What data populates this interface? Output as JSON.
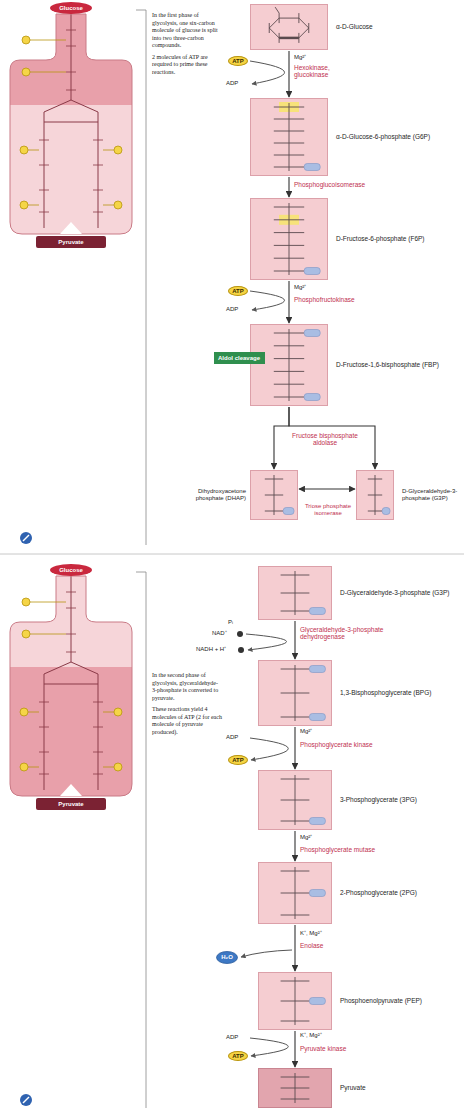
{
  "diagram": {
    "nodes": [
      {
        "text": [
          "Glucose"
        ]
      },
      {
        "text": [
          "Pyruvate"
        ]
      },
      {
        "text": [
          "α-D-Glucose"
        ]
      },
      {
        "text": [
          "ATP"
        ]
      },
      {
        "text": [
          "α-D-Glucose-6-phosphate (G6P)"
        ]
      },
      {
        "text": [
          "D-Fructose-6-phosphate (F6P)"
        ]
      },
      {
        "text": [
          "ATP"
        ]
      },
      {
        "text": [
          "D-Fructose-1,6-bisphosphate (FBP)"
        ]
      },
      {
        "text": [
          "Aldol cleavage"
        ]
      },
      {
        "text": [
          "Dihydroxyacetone phosphate (DHAP)"
        ]
      },
      {
        "text": [
          "D-Glyceraldehyde-3-phosphate (G3P)"
        ]
      },
      {
        "text": [
          "Glucose"
        ]
      },
      {
        "text": [
          "Pyruvate"
        ]
      },
      {
        "text": [
          "D-Glyceraldehyde-3-phosphate (G3P)"
        ]
      },
      {
        "text": [
          "1,3-Bisphosphoglycerate (BPG)"
        ]
      },
      {
        "text": [
          "ATP"
        ]
      },
      {
        "text": [
          "3-Phosphoglycerate (3PG)"
        ]
      },
      {
        "text": [
          "2-Phosphoglycerate (2PG)"
        ]
      },
      {
        "text": [
          "H₂O"
        ]
      },
      {
        "text": [
          "Phosphoenolpyruvate (PEP)"
        ]
      },
      {
        "text": [
          "ATP"
        ]
      },
      {
        "text": [
          "Pyruvate"
        ]
      }
    ],
    "edges": [
      {
        "from": 2,
        "to": 4,
        "arrow": "to",
        "label": "Hexokinase, glucokinase"
      },
      {
        "from": 4,
        "to": 5,
        "arrow": "to",
        "label": "Phosphoglucoisomerase"
      },
      {
        "from": 5,
        "to": 7,
        "arrow": "to",
        "label": "Phosphofructokinase"
      },
      {
        "from": 7,
        "to": 9,
        "arrow": "to"
      },
      {
        "from": 7,
        "to": 10,
        "arrow": "to"
      },
      {
        "from": 9,
        "to": 10,
        "arrow": "both",
        "label": "Triose phosphate isomerase"
      },
      {
        "from": 13,
        "to": 14,
        "arrow": "to",
        "label": "Glyceraldehyde-3-phosphate dehydrogenase"
      },
      {
        "from": 14,
        "to": 16,
        "arrow": "to",
        "label": "Phosphoglycerate kinase"
      },
      {
        "from": 16,
        "to": 17,
        "arrow": "to",
        "label": "Phosphoglycerate mutase"
      },
      {
        "from": 17,
        "to": 19,
        "arrow": "to",
        "label": "Enolase"
      },
      {
        "from": 19,
        "to": 21,
        "arrow": "to",
        "label": "Pyruvate kinase"
      }
    ],
    "labels": [
      "In the first phase of glycolysis, one six-carbon molecule of glucose is split into two three-carbon compounds.",
      "2 molecules of ATP are required to prime these reactions.",
      "Mg²⁺",
      "ADP",
      "Mg²⁺",
      "ADP",
      "Fructose bisphosphate aldolase",
      "In the second phase of glycolysis, glyceraldehyde-3-phosphate is converted to pyruvate.",
      "These reactions yield 4 molecules of ATP (2 for each molecule of pyruvate produced).",
      "Pᵢ",
      "NAD⁺",
      "NADH + H⁺",
      "ADP",
      "Mg²⁺",
      "Mg²⁺",
      "K⁺, Mg²⁺",
      "ADP",
      "K⁺, Mg²⁺"
    ]
  }
}
